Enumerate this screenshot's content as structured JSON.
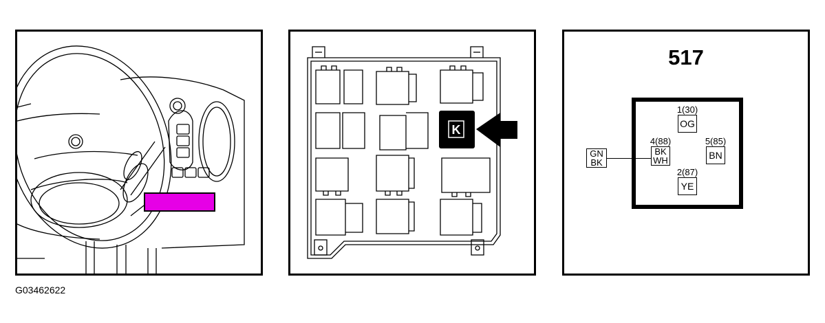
{
  "figure_code": "G03462622",
  "colors": {
    "highlight": "#e600e6",
    "ink": "#000000",
    "background": "#ffffff"
  },
  "fuse_box": {
    "relay_label": "K"
  },
  "relay": {
    "number": "517",
    "pins": [
      {
        "id": "1",
        "num": "1(30)",
        "color": "OG"
      },
      {
        "id": "4",
        "num": "4(88)",
        "color_lines": [
          "BK",
          "WH"
        ]
      },
      {
        "id": "5",
        "num": "5(85)",
        "color": "BN"
      },
      {
        "id": "2",
        "num": "2(87)",
        "color": "YE"
      }
    ],
    "external_wire": [
      "GN",
      "BK"
    ]
  }
}
